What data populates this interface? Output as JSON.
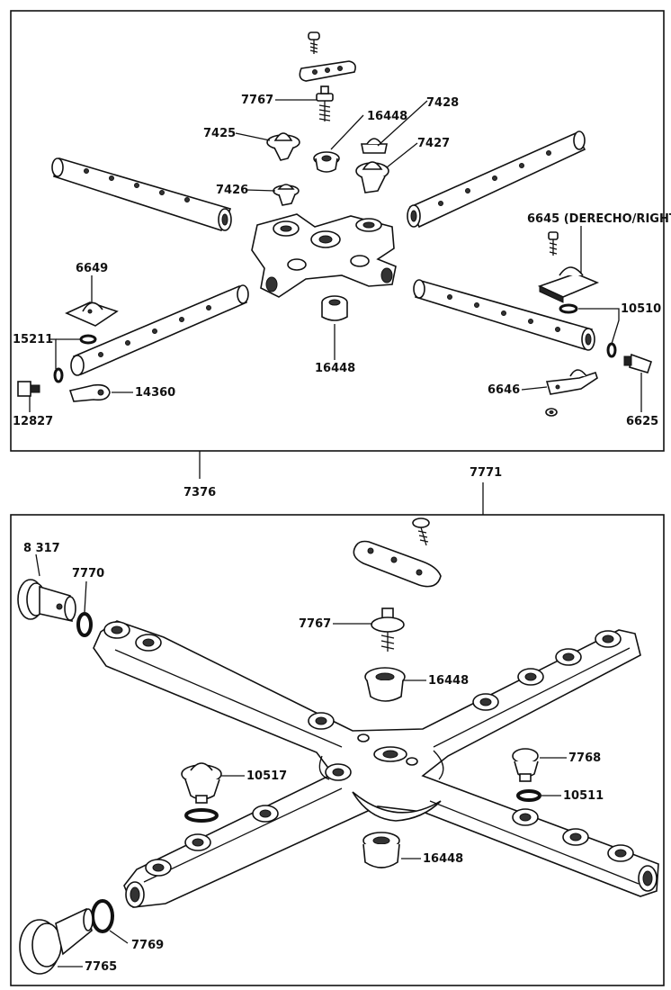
{
  "upper_panel": {
    "labels": {
      "p7767": "7767",
      "p16448_top": "16448",
      "p7428": "7428",
      "p7425": "7425",
      "p7427": "7427",
      "p7426": "7426",
      "p6645": "6645 (DERECHO/RIGHT)",
      "p6649": "6649",
      "p10510": "10510",
      "p15211": "15211",
      "p16448_bottom": "16448",
      "p14360": "14360",
      "p12827": "12827",
      "p6646": "6646",
      "p6625": "6625"
    }
  },
  "assembly_labels": {
    "upper": "7376",
    "lower": "7771"
  },
  "lower_panel": {
    "labels": {
      "p8317": "8 317",
      "p7770": "7770",
      "p7767": "7767",
      "p16448_top": "16448",
      "p10517": "10517",
      "p7768": "7768",
      "p10511": "10511",
      "p16448_bottom": "16448",
      "p7769": "7769",
      "p7765": "7765"
    }
  }
}
